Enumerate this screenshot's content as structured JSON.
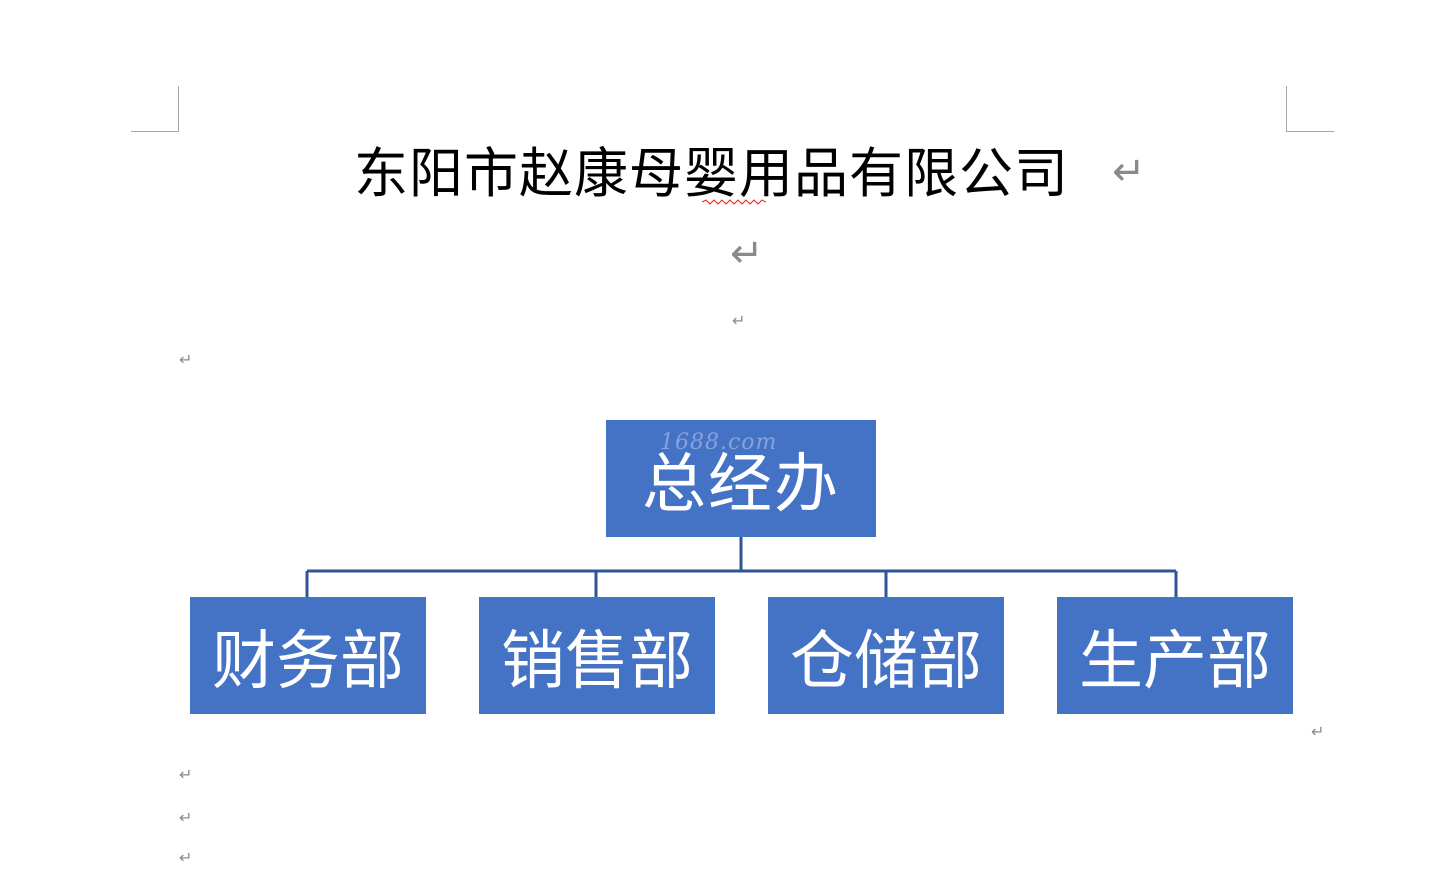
{
  "document": {
    "title": "东阳市赵康母婴用品有限公司",
    "paragraph_mark": "↵"
  },
  "org_chart": {
    "root": {
      "label": "总经办",
      "watermark": "1688.com"
    },
    "departments": [
      {
        "label": "财务部"
      },
      {
        "label": "销售部"
      },
      {
        "label": "仓储部"
      },
      {
        "label": "生产部"
      }
    ],
    "box_color": "#4472c4",
    "line_color": "#2f5597"
  }
}
